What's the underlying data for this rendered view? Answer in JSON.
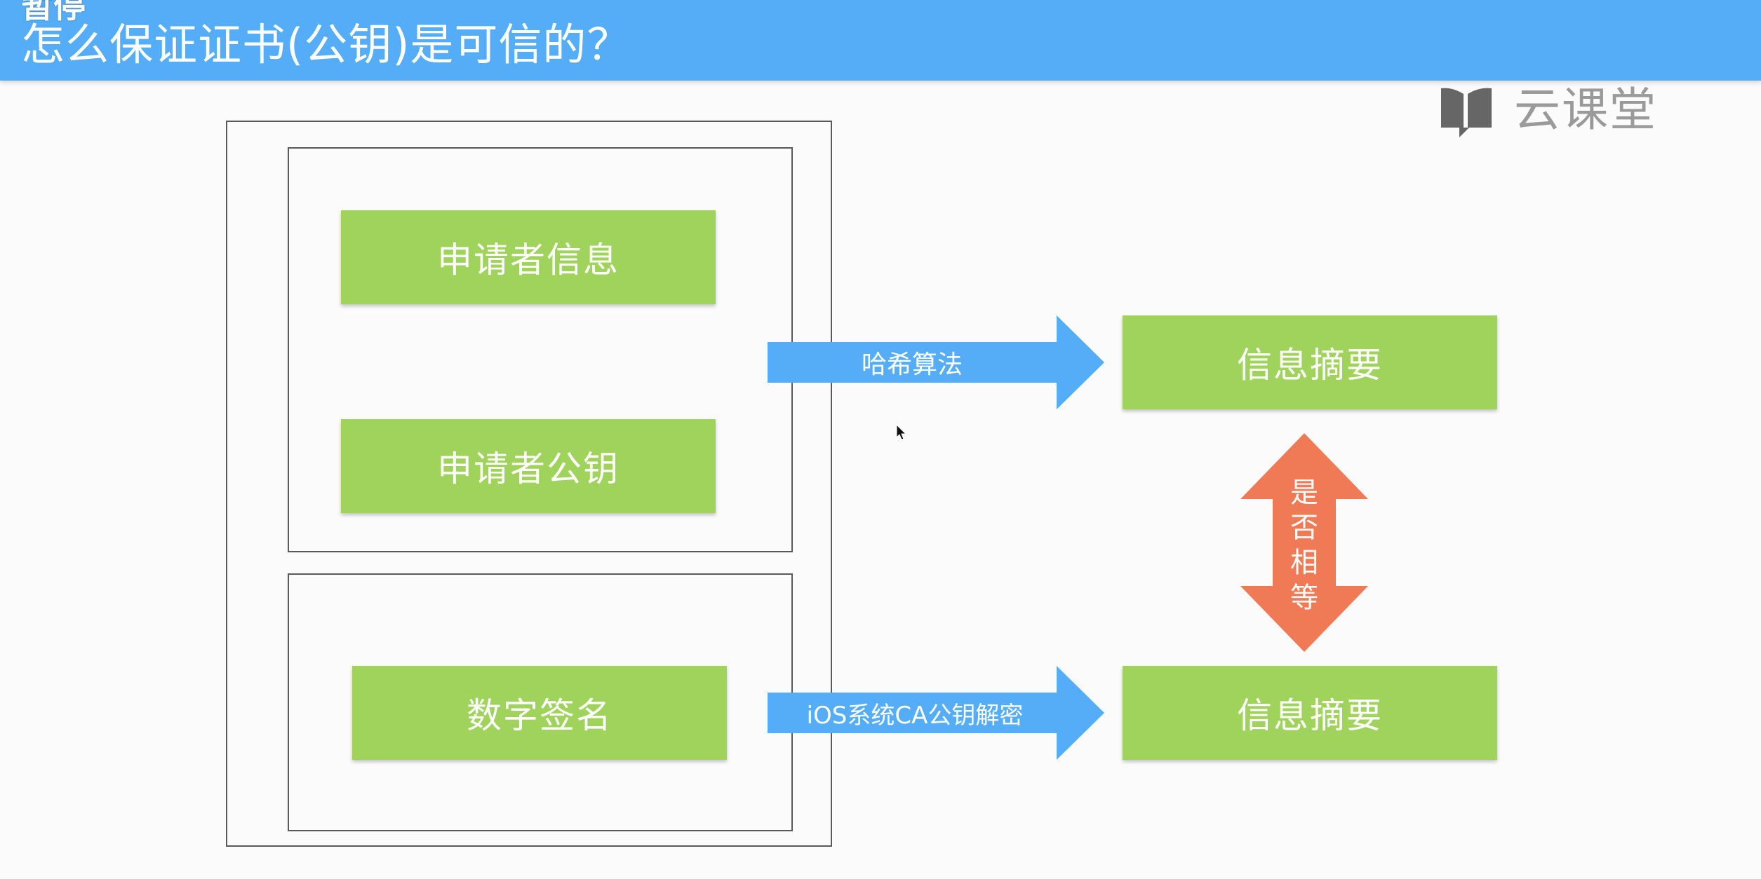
{
  "header": {
    "paused_text": "暂停",
    "title": "怎么保证证书(公钥)是可信的？",
    "bg_color": "#55adf7"
  },
  "logo": {
    "text": "云课堂",
    "icon": "chat-book-icon"
  },
  "diagram": {
    "applicant_info": "申请者信息",
    "applicant_pubkey": "申请者公钥",
    "digital_signature": "数字签名",
    "hash_arrow_label": "哈希算法",
    "decrypt_arrow_label": "iOS系统CA公钥解密",
    "digest_top": "信息摘要",
    "digest_bottom": "信息摘要",
    "compare_chars": [
      "是",
      "否",
      "相",
      "等"
    ],
    "colors": {
      "green_box": "#9fd35b",
      "blue_arrow": "#55adf7",
      "orange_arrow": "#f07a55",
      "frame": "#5a5a5a"
    }
  }
}
